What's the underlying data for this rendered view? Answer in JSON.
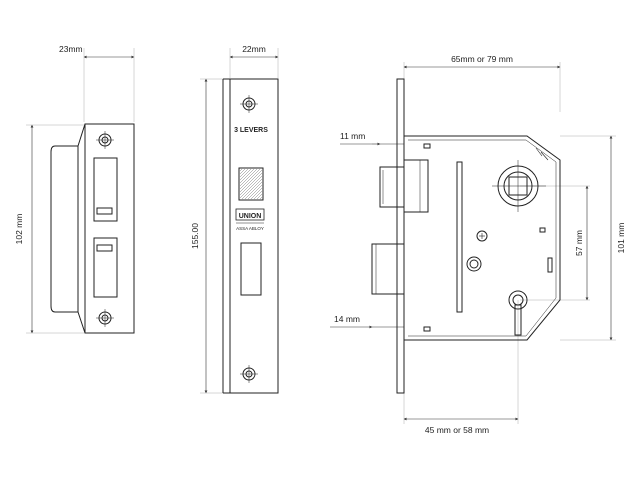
{
  "colors": {
    "line": "#222222",
    "dimension": "#333333",
    "background": "#ffffff"
  },
  "strike_plate": {
    "width_dim": "23mm",
    "height_dim": "102 mm"
  },
  "forend": {
    "width_dim": "22mm",
    "height_dim": "155.00",
    "levers_label": "3 LEVERS",
    "brand": "UNION",
    "sub_brand": "ASSA ABLOY"
  },
  "lock_body": {
    "case_width_dim": "65mm or 79 mm",
    "latch_dim": "11 mm",
    "deadbolt_dim": "14 mm",
    "centres_dim": "57 mm",
    "height_dim": "101 mm",
    "backset_dim": "45 mm or 58 mm"
  }
}
